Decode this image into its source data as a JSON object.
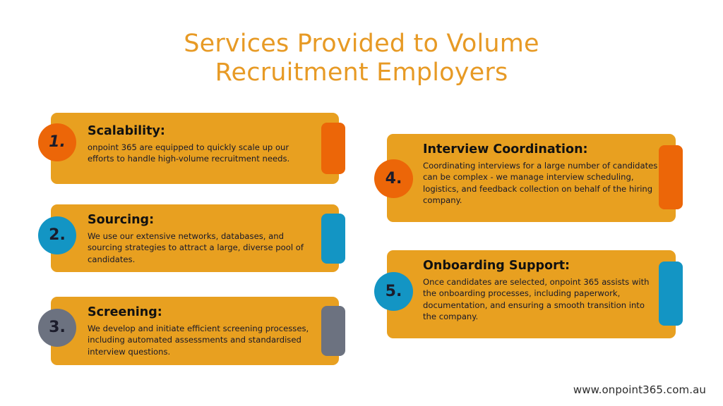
{
  "slide": {
    "title_lines": [
      "Services Provided to Volume",
      "Recruitment Employers"
    ],
    "background_color": "#FFFFFF",
    "title_color": "#E79A25",
    "card_color": "#E8A020",
    "footer_url": "www.onpoint365.com.au"
  },
  "palette": {
    "orange_accent": "#EC6608",
    "teal_accent": "#1395C4",
    "gray_accent": "#6C7280",
    "card_bg": "#E8A020",
    "heading_text": "#111111",
    "body_text": "#17182A"
  },
  "cards": [
    {
      "number": "1.",
      "heading": "Scalability:",
      "body": "onpoint 365 are equipped to quickly scale up our efforts to handle high-volume recruitment needs.",
      "accent_color": "#EC6608",
      "badge_color": "#EC6608",
      "column": "left"
    },
    {
      "number": "2.",
      "heading": "Sourcing:",
      "body": "We use our extensive networks, databases, and sourcing strategies to attract a large, diverse pool of candidates.",
      "accent_color": "#1395C4",
      "badge_color": "#1395C4",
      "column": "left"
    },
    {
      "number": "3.",
      "heading": "Screening:",
      "body": "We develop and initiate efficient screening processes, including automated assessments and standardised interview questions.",
      "accent_color": "#6C7280",
      "badge_color": "#6C7280",
      "column": "left"
    },
    {
      "number": "4.",
      "heading": "Interview Coordination:",
      "body": "Coordinating interviews for a large number of candidates can be complex - we manage interview scheduling, logistics, and feedback collection on behalf of the hiring company.",
      "accent_color": "#EC6608",
      "badge_color": "#EC6608",
      "column": "right"
    },
    {
      "number": "5.",
      "heading": "Onboarding Support:",
      "body": "Once candidates are selected, onpoint 365 assists with the onboarding processes, including paperwork, documentation, and ensuring a smooth transition into the company.",
      "accent_color": "#1395C4",
      "badge_color": "#1395C4",
      "column": "right"
    }
  ]
}
